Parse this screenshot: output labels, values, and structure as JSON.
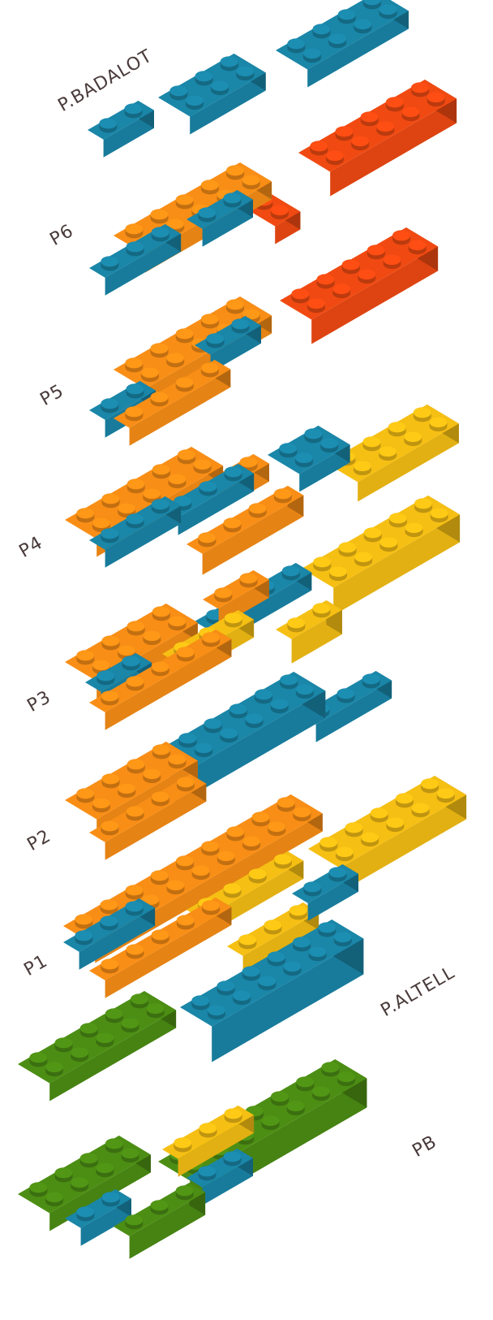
{
  "title": "",
  "colors": {
    "blue": "#1a86a8",
    "orange": "#f98e16",
    "red": "#f04a12",
    "yellow": "#f6bf14",
    "green": "#4c8e14",
    "label": "#4a3b3b"
  },
  "levels": [
    {
      "id": "badalot",
      "label": "P.BADALOT"
    },
    {
      "id": "p6",
      "label": "P6"
    },
    {
      "id": "p5",
      "label": "P5"
    },
    {
      "id": "p4",
      "label": "P4"
    },
    {
      "id": "p3",
      "label": "P3"
    },
    {
      "id": "p2",
      "label": "P2"
    },
    {
      "id": "p1",
      "label": "P1"
    },
    {
      "id": "altell",
      "label": "P.ALTELL"
    },
    {
      "id": "pb",
      "label": "PB"
    }
  ]
}
